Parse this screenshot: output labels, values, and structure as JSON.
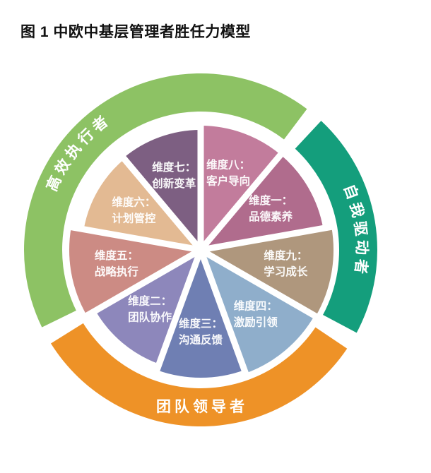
{
  "title": "图 1 中欧中基层管理者胜任力模型",
  "wheel": {
    "ring_segments": [
      {
        "id": "efficient-executor",
        "label": "高效执行者",
        "color": "#8DC264",
        "start_deg": 53,
        "end_deg": 206,
        "label_mode": "arc",
        "label_arc_from": 180,
        "label_arc_to": 103
      },
      {
        "id": "self-driven",
        "label": "自我驱动者",
        "color": "#149E7C",
        "start_deg": -28,
        "end_deg": 47,
        "label_mode": "arc",
        "label_arc_from": 30,
        "label_arc_to": -16
      },
      {
        "id": "team-leader",
        "label": "团队领导者",
        "color": "#EE9227",
        "start_deg": 212,
        "end_deg": 326,
        "label_mode": "horizontal",
        "label_angle_deg": 270
      }
    ],
    "slices": [
      {
        "id": "dim-8",
        "title_line": "维度八：",
        "subtitle_line": "客户导向",
        "color": "#C27C9C",
        "start_deg": 50,
        "end_deg": 90,
        "radius": 176
      },
      {
        "id": "dim-1",
        "title_line": "维度一：",
        "subtitle_line": "品德素养",
        "color": "#B06C8D",
        "start_deg": 10,
        "end_deg": 50,
        "radius": 176
      },
      {
        "id": "dim-9",
        "title_line": "维度九：",
        "subtitle_line": "学习成长",
        "color": "#AF977D",
        "start_deg": -30,
        "end_deg": 10,
        "radius": 188
      },
      {
        "id": "dim-4",
        "title_line": "维度四：",
        "subtitle_line": "激励引领",
        "color": "#8FAECB",
        "start_deg": -70,
        "end_deg": -30,
        "radius": 186
      },
      {
        "id": "dim-3",
        "title_line": "维度三：",
        "subtitle_line": "沟通反馈",
        "color": "#6F7FB3",
        "start_deg": -110,
        "end_deg": -70,
        "radius": 181
      },
      {
        "id": "dim-2",
        "title_line": "维度二：",
        "subtitle_line": "团队协作",
        "color": "#8D87BB",
        "start_deg": -150,
        "end_deg": -110,
        "radius": 172
      },
      {
        "id": "dim-5",
        "title_line": "维度五：",
        "subtitle_line": "战略执行",
        "color": "#CC8B84",
        "start_deg": -190,
        "end_deg": -150,
        "radius": 186
      },
      {
        "id": "dim-6",
        "title_line": "维度六：",
        "subtitle_line": "计划管控",
        "color": "#E3BA93",
        "start_deg": -230,
        "end_deg": -190,
        "radius": 168
      },
      {
        "id": "dim-7",
        "title_line": "维度七：",
        "subtitle_line": "创新变革",
        "color": "#7D5F82",
        "start_deg": -270,
        "end_deg": -230,
        "radius": 170
      }
    ]
  }
}
